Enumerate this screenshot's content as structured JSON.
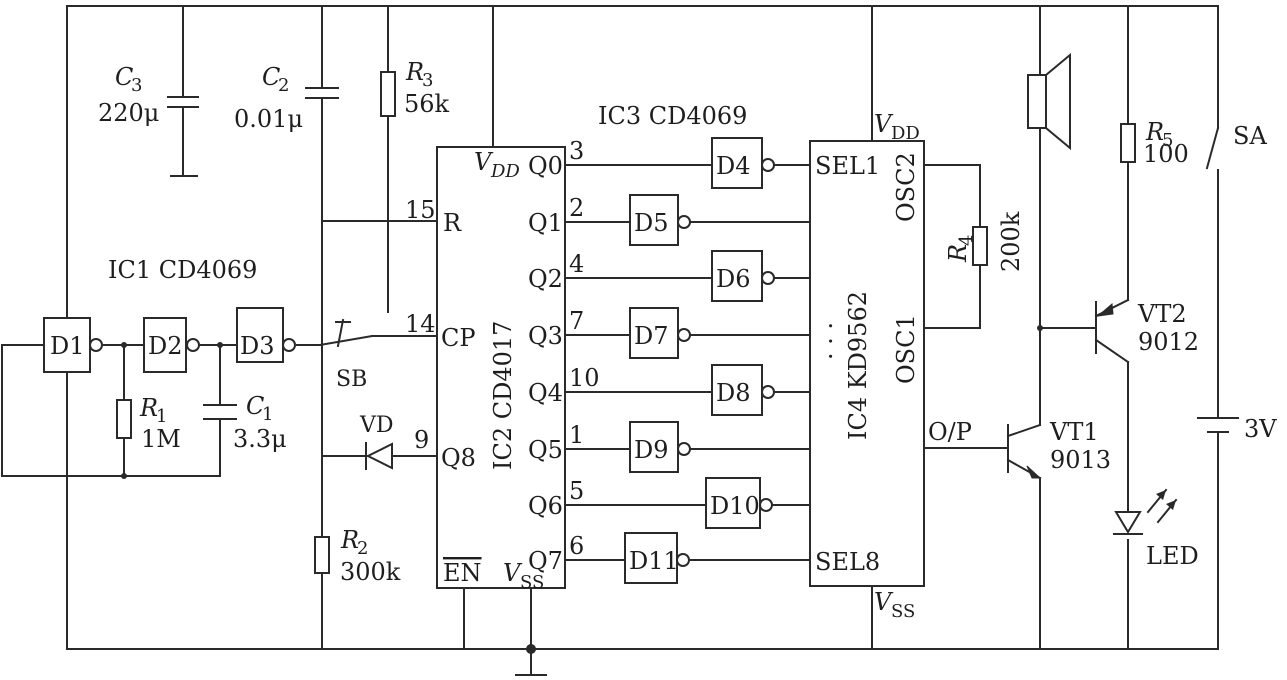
{
  "ic1": {
    "label": "IC1  CD4069",
    "gates": [
      "D1",
      "D2",
      "D3"
    ]
  },
  "ic2": {
    "label": "IC2  CD4017",
    "vdd": "V",
    "vdd_sub": "DD",
    "vss": "V",
    "vss_sub": "SS",
    "en": "EN",
    "r": "R",
    "cp": "CP",
    "pin_r": "15",
    "pin_cp": "14",
    "pin_q8": "9",
    "q8": "Q8",
    "outputs": [
      {
        "label": "Q0",
        "pin": "3",
        "gate": "D4"
      },
      {
        "label": "Q1",
        "pin": "2",
        "gate": "D5"
      },
      {
        "label": "Q2",
        "pin": "4",
        "gate": "D6"
      },
      {
        "label": "Q3",
        "pin": "7",
        "gate": "D7"
      },
      {
        "label": "Q4",
        "pin": "10",
        "gate": "D8"
      },
      {
        "label": "Q5",
        "pin": "1",
        "gate": "D9"
      },
      {
        "label": "Q6",
        "pin": "5",
        "gate": "D10"
      },
      {
        "label": "Q7",
        "pin": "6",
        "gate": "D11"
      }
    ]
  },
  "ic3": {
    "label": "IC3  CD4069"
  },
  "ic4": {
    "label": "IC4  KD9562",
    "vdd": "V",
    "vdd_sub": "DD",
    "vss": "V",
    "vss_sub": "SS",
    "sel1": "SEL1",
    "sel8": "SEL8",
    "osc1": "OSC1",
    "osc2": "OSC2",
    "op": "O/P",
    "dots": "· · ·"
  },
  "components": {
    "c3": {
      "name": "C",
      "sub": "3",
      "value": "220μ"
    },
    "c2": {
      "name": "C",
      "sub": "2",
      "value": "0.01μ"
    },
    "r3": {
      "name": "R",
      "sub": "3",
      "value": "56k"
    },
    "r1": {
      "name": "R",
      "sub": "1",
      "value": "1M"
    },
    "c1": {
      "name": "C",
      "sub": "1",
      "value": "3.3μ"
    },
    "r2": {
      "name": "R",
      "sub": "2",
      "value": "300k"
    },
    "r4": {
      "name": "R",
      "sub": "4",
      "value": "200k"
    },
    "r5": {
      "name": "R",
      "sub": "5",
      "value": "100"
    },
    "sb": {
      "label": "SB"
    },
    "vd": {
      "label": "VD"
    },
    "sa": {
      "label": "SA"
    },
    "vt1": {
      "name": "VT1",
      "type": "9013"
    },
    "vt2": {
      "name": "VT2",
      "type": "9012"
    },
    "battery": {
      "value": "3V"
    },
    "led": {
      "label": "LED"
    }
  }
}
